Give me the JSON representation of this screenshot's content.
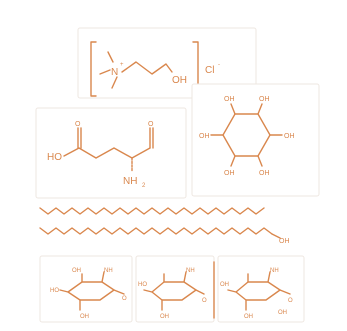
{
  "molecules": {
    "choline_chloride": {
      "cation_label": "N",
      "cation_charge": "+",
      "hydroxyl": "OH",
      "counterion": "Cl",
      "counterion_charge": "-"
    },
    "glutamic_semialdehyde": {
      "carboxyl_label": "HO",
      "carbonyl_o1": "O",
      "carbonyl_o2": "O",
      "amine": "NH",
      "amine_sub": "2"
    },
    "inositol": {
      "hydroxyls": [
        "OH",
        "OH",
        "OH",
        "OH",
        "OH",
        "OH"
      ]
    },
    "long_chain_alcohol": {
      "hydroxyl": "OH"
    },
    "polysaccharide": {
      "labels": [
        "HO",
        "NH",
        "OH",
        "O",
        "OH",
        "HO",
        "NH",
        "O",
        "OH",
        "OH",
        "NH",
        "O",
        "OH",
        "OH"
      ]
    }
  },
  "colors": {
    "ink": "#d9874d",
    "panel_border": "#eee7e1",
    "background": "#ffffff"
  }
}
